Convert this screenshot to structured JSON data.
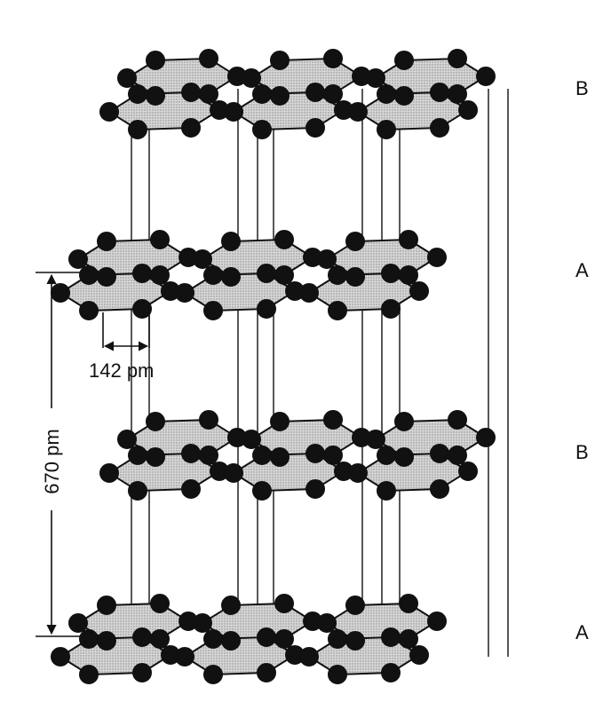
{
  "layers": [
    {
      "id": "layer-1",
      "label": "B"
    },
    {
      "id": "layer-2",
      "label": "A"
    },
    {
      "id": "layer-3",
      "label": "B"
    },
    {
      "id": "layer-4",
      "label": "A"
    }
  ],
  "dimensions": {
    "bond_length": "142 pm",
    "interlayer_distance": "670 pm"
  },
  "colors": {
    "ink": "#111111",
    "fill": "#c8c8c8",
    "background": "#ffffff"
  }
}
